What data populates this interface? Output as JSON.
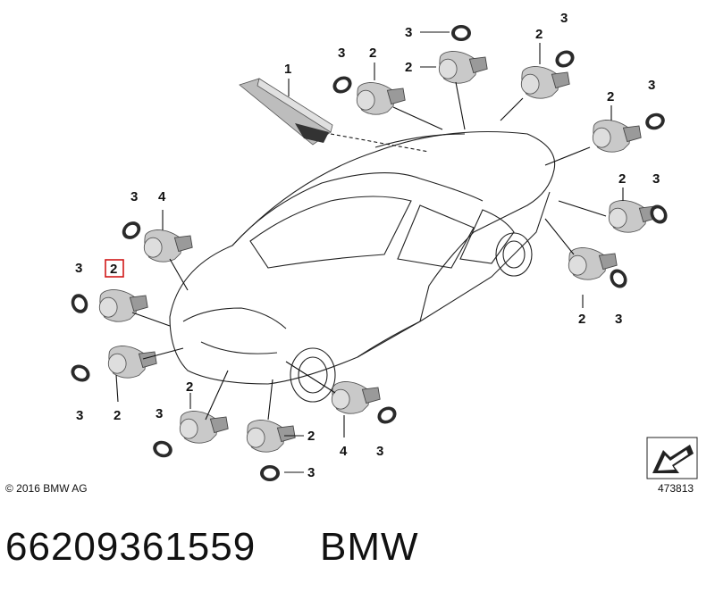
{
  "diagram": {
    "callouts": {
      "top_unit": "1",
      "sensor": "2",
      "ring": "3",
      "sensor_alt": "4"
    },
    "highlighted_callout": "2",
    "copyright": "© 2016 BMW AG",
    "diagram_number": "473813"
  },
  "caption": {
    "part_number": "66209361559",
    "brand": "BMW"
  }
}
